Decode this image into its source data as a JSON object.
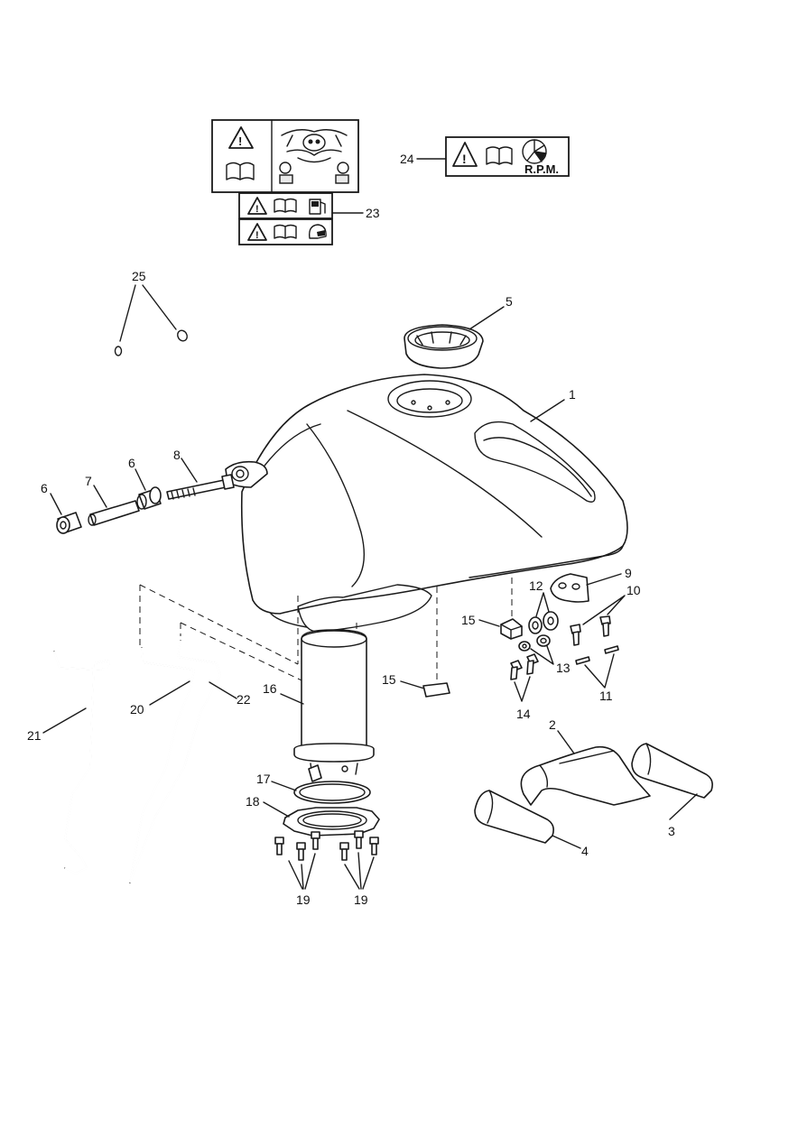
{
  "callouts": {
    "c1": "1",
    "c2": "2",
    "c3": "3",
    "c4": "4",
    "c5": "5",
    "c6a": "6",
    "c6b": "6",
    "c7": "7",
    "c8": "8",
    "c9": "9",
    "c10": "10",
    "c11": "11",
    "c12": "12",
    "c13": "13",
    "c14": "14",
    "c15a": "15",
    "c15b": "15",
    "c16": "16",
    "c17": "17",
    "c18": "18",
    "c19a": "19",
    "c19b": "19",
    "c20": "20",
    "c21": "21",
    "c22": "22",
    "c23": "23",
    "c24": "24",
    "c25": "25"
  },
  "labels": {
    "rpm_text": "R.P.M."
  },
  "icons": {
    "warning": "warning-triangle-icon",
    "manual": "open-book-icon",
    "tachometer": "tachometer-icon",
    "fuel": "fuel-pump-icon",
    "helmet": "helmet-icon"
  }
}
